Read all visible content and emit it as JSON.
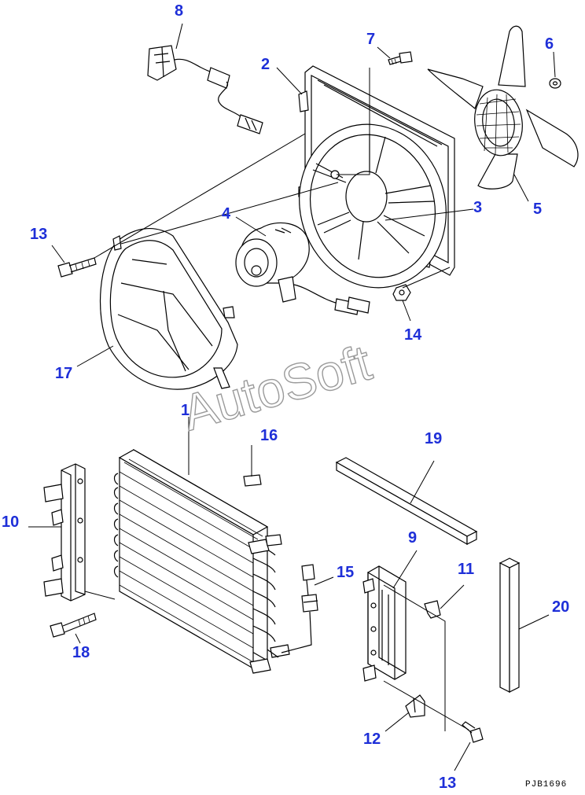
{
  "watermark": "AutoSoft",
  "drawing_code": "PJB1696",
  "callouts": {
    "c1": "1",
    "c2": "2",
    "c3": "3",
    "c4": "4",
    "c5": "5",
    "c6": "6",
    "c7": "7",
    "c8": "8",
    "c9": "9",
    "c10": "10",
    "c11": "11",
    "c12": "12",
    "c13a": "13",
    "c13b": "13",
    "c14": "14",
    "c15": "15",
    "c16": "16",
    "c17": "17",
    "c18": "18",
    "c19": "19",
    "c20": "20"
  },
  "colors": {
    "callout": "#1e2fd8",
    "line": "#000000",
    "watermark_stroke": "#9a9a9a"
  }
}
